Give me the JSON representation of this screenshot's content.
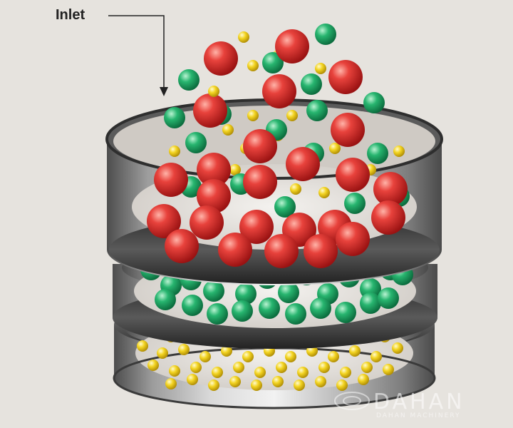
{
  "labels": {
    "inlet": "Inlet"
  },
  "watermark": {
    "brand": "DAHAN",
    "subtitle": "DAHAN MACHINERY"
  },
  "colors": {
    "background": "#e6e3de",
    "large_particle": "#d9252a",
    "medium_particle": "#1fae67",
    "small_particle": "#f2d21c",
    "sieve_steel": "#8a8a8a"
  },
  "icons": [
    "arrow-down-icon",
    "dahan-logo-icon"
  ]
}
